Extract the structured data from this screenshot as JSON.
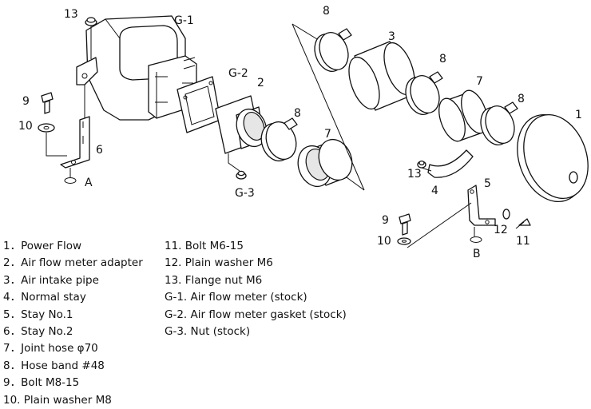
{
  "callouts": {
    "c13a": "13",
    "g1": "G-1",
    "g2": "G-2",
    "c2": "2",
    "c9a": "9",
    "c10a": "10",
    "c6": "6",
    "cA": "A",
    "c8a": "8",
    "c7a": "7",
    "g3": "G-3",
    "c8b": "8",
    "c3": "3",
    "c8c": "8",
    "c7b": "7",
    "c8d": "8",
    "c1": "1",
    "c13b": "13",
    "c4": "4",
    "c5": "5",
    "c9b": "9",
    "c10b": "10",
    "c12": "12",
    "c11": "11",
    "cB": "B"
  },
  "legend_left": [
    "1．Power Flow",
    "2．Air flow meter adapter",
    "3．Air intake pipe",
    "4．Normal stay",
    "5．Stay  No.1",
    "6．Stay  No.2",
    "7．Joint hose  φ70",
    "8．Hose band  #48",
    "9．Bolt  M8-15",
    "10. Plain washer  M8"
  ],
  "legend_right": [
    "11. Bolt  M6-15",
    "12. Plain washer  M6",
    "13. Flange nut  M6",
    "G-1. Air flow meter (stock)",
    "G-2. Air flow meter gasket (stock)",
    "G-3. Nut (stock)"
  ]
}
